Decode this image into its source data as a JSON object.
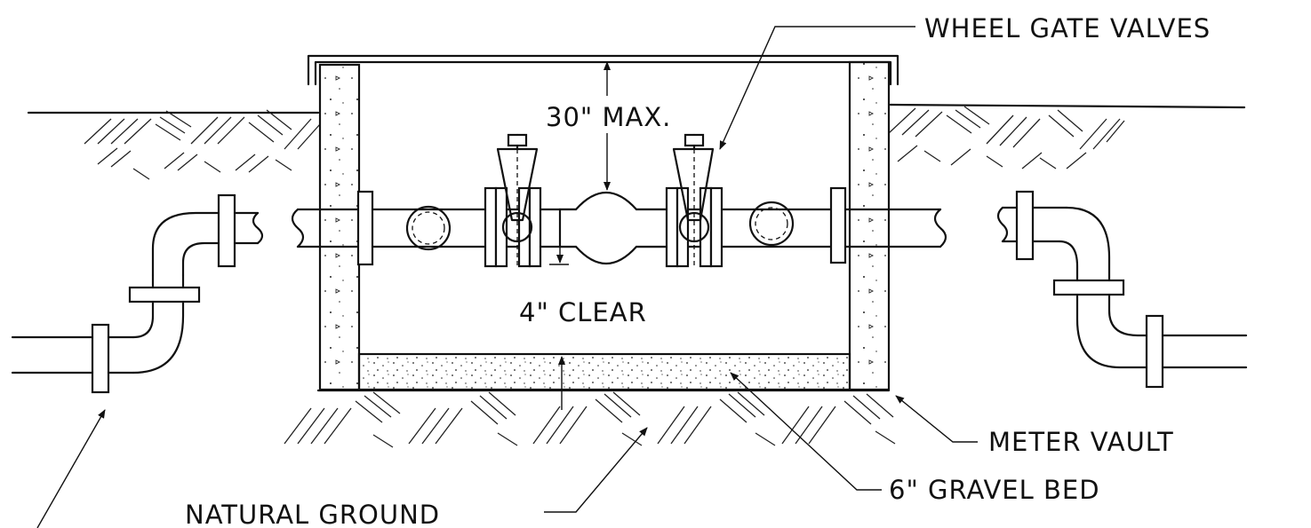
{
  "labels": {
    "wheel_gate_valves": "WHEEL GATE VALVES",
    "max_depth": "30\" MAX.",
    "clear": "4\" CLEAR",
    "meter_vault": "METER VAULT",
    "gravel_bed": "6\" GRAVEL BED",
    "natural_ground": "NATURAL GROUND"
  }
}
